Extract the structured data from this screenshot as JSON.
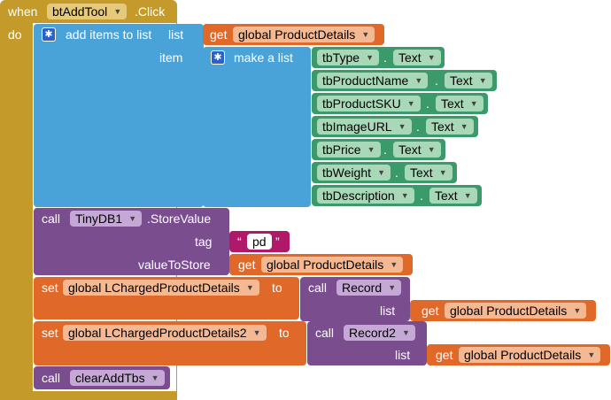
{
  "event": {
    "when": "when",
    "component": "btAddTool",
    "event_name": ".Click",
    "do": "do"
  },
  "add_items": {
    "title": "add items to list",
    "list_label": "list",
    "item_label": "item",
    "get": "get",
    "list_var": "global ProductDetails"
  },
  "make_list": {
    "title": "make a list",
    "items": [
      {
        "comp": "tbType",
        "dot": ".",
        "prop": "Text"
      },
      {
        "comp": "tbProductName",
        "dot": ".",
        "prop": "Text"
      },
      {
        "comp": "tbProductSKU",
        "dot": ".",
        "prop": "Text"
      },
      {
        "comp": "tbImageURL",
        "dot": ".",
        "prop": "Text"
      },
      {
        "comp": "tbPrice",
        "dot": ".",
        "prop": "Text"
      },
      {
        "comp": "tbWeight",
        "dot": ".",
        "prop": "Text"
      },
      {
        "comp": "tbDescription",
        "dot": ".",
        "prop": "Text"
      }
    ]
  },
  "store": {
    "call": "call",
    "comp": "TinyDB1",
    "method": ".StoreValue",
    "tag_label": "tag",
    "tag_value": "pd",
    "quote_open": "“",
    "quote_close": "”",
    "value_label": "valueToStore",
    "get": "get",
    "value_var": "global ProductDetails"
  },
  "set1": {
    "set": "set",
    "var": "global LChargedProductDetails",
    "to": "to",
    "call": "call",
    "proc": "Record",
    "list_label": "list",
    "get": "get",
    "list_var": "global ProductDetails"
  },
  "set2": {
    "set": "set",
    "var": "global LChargedProductDetails2",
    "to": "to",
    "call": "call",
    "proc": "Record2",
    "list_label": "list",
    "get": "get",
    "list_var": "global ProductDetails"
  },
  "clear": {
    "call": "call",
    "proc": "clearAddTbs"
  },
  "colors": {
    "event": "#c49a2a",
    "list": "#4aa3d8",
    "text_comp": "#3a9a6a",
    "procedure": "#7a4d8f",
    "variable": "#e0692a",
    "text": "#b0186a"
  }
}
